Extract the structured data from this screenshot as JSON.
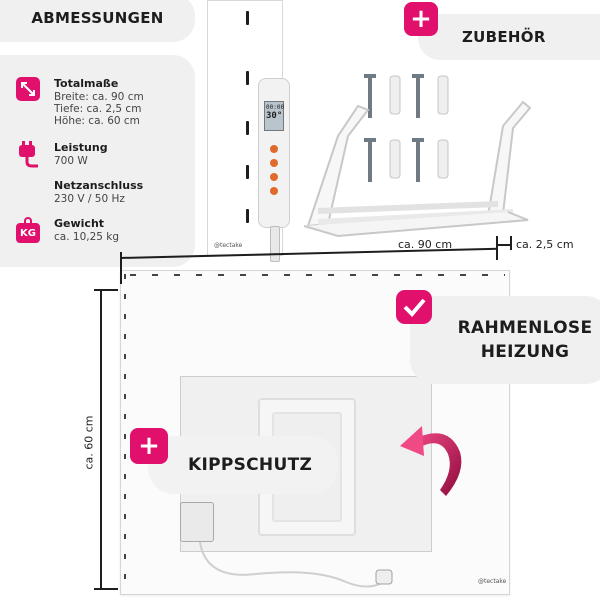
{
  "title": "ABMESSUNGEN",
  "specs": {
    "dimensions": {
      "head": "Totalmaße",
      "lines": [
        "Breite: ca. 90 cm",
        "Tiefe: ca. 2,5 cm",
        "Höhe: ca. 60 cm"
      ]
    },
    "power": {
      "head": "Leistung",
      "lines": [
        "700 W"
      ]
    },
    "mains": {
      "head": "Netzanschluss",
      "lines": [
        "230 V / 50 Hz"
      ]
    },
    "weight": {
      "head": "Gewicht",
      "lines": [
        "ca. 10,25 kg"
      ],
      "icon_text": "KG"
    }
  },
  "controller": {
    "display": [
      "00:00",
      "30°"
    ]
  },
  "accessories": {
    "title": "ZUBEHÖR"
  },
  "dimension_labels": {
    "width": "ca. 90 cm",
    "depth": "ca. 2,5 cm",
    "height": "ca. 60 cm"
  },
  "features": {
    "frameless_line1": "RAHMENLOSE",
    "frameless_line2": "HEIZUNG",
    "tilt": "KIPPSCHUTZ"
  },
  "brand": "@tectake",
  "colors": {
    "accent": "#e0106c",
    "pill_bg": "#f0f0f0",
    "text": "#1d1d1d"
  },
  "icons": [
    "ruler-diagonal-icon",
    "power-plug-icon",
    "weight-kg-icon",
    "plus-icon",
    "check-icon",
    "rotate-arrow-icon"
  ]
}
